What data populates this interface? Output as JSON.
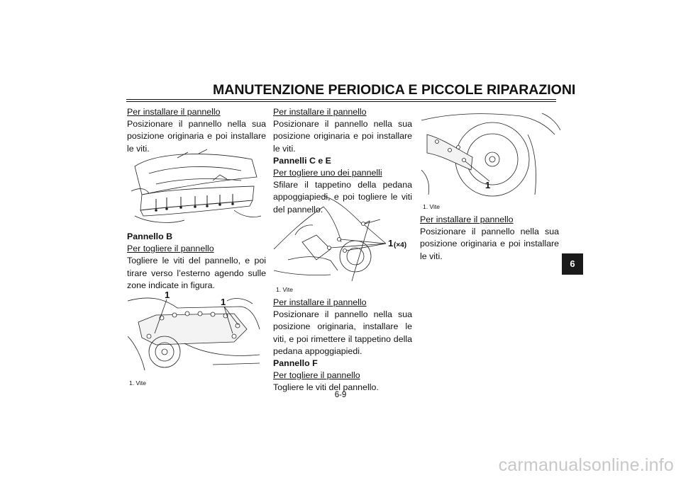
{
  "header": {
    "title": "MANUTENZIONE PERIODICA E PICCOLE RIPARAZIONI"
  },
  "col1": {
    "h1": "Per installare il pannello",
    "p1": "Posizionare il pannello nella sua posizione originaria e poi installare le viti.",
    "section": "Pannello B",
    "h2": "Per togliere il pannello",
    "p2": "Togliere le viti del pannello, e poi tirare verso l’esterno agendo sulle zone indicate in figura.",
    "fig2_labels": [
      "1",
      "1"
    ],
    "caption": "1. Vite"
  },
  "col2": {
    "h1": "Per installare il pannello",
    "p1": "Posizionare il pannello nella sua posizione originaria e poi installare le viti.",
    "section1": "Pannelli C e E",
    "h2": "Per togliere uno dei pannelli",
    "p2": "Sfilare il tappetino della pedana appoggiapiedi, e poi togliere le viti del pannello.",
    "fig_label": "1",
    "fig_label_suffix": "(×4)",
    "caption": "1. Vite",
    "h3": "Per installare il pannello",
    "p3": "Posizionare il pannello nella sua posizione originaria, installare le viti, e poi rimettere il tappetino della pedana appoggiapiedi.",
    "section2": "Pannello F",
    "h4": "Per togliere il pannello",
    "p4": "Togliere le viti del pannello."
  },
  "col3": {
    "fig_label": "1",
    "caption": "1. Vite",
    "h1": "Per installare il pannello",
    "p1": "Posizionare il pannello nella sua posizione originaria e poi installare le viti."
  },
  "tab": {
    "chapter": "6"
  },
  "footer": {
    "page_number": "6-9",
    "watermark": "carmanualsonline.info"
  }
}
